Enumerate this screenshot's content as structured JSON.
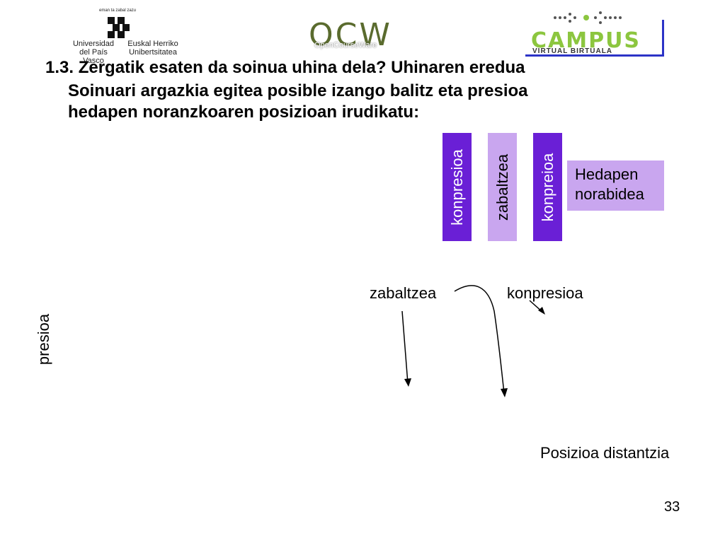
{
  "header": {
    "upv_motto": "eman ta zabal zazu",
    "upv_left_line1": "Universidad",
    "upv_left_line2": "del País Vasco",
    "upv_right_line1": "Euskal Herriko",
    "upv_right_line2": "Unibertsitatea",
    "ocw_logo": "OCW",
    "ocw_sub": "OpenCourseWare",
    "campus_word": "CAMPUS",
    "campus_sub": "VIRTUAL BIRTUALA"
  },
  "slide": {
    "title_line1": "1.3. Zergatik esaten da soinua uhina dela? Uhinaren eredua",
    "title_line2": "Soinuari argazkia egitea posible izango balitz eta presioa",
    "title_line3": "hedapen noranzkoaren posizioan irudikatu:",
    "bars": [
      {
        "label": "konpresioa"
      },
      {
        "label": "zabaltzea"
      },
      {
        "label": "konpreioa"
      }
    ],
    "hedapen_line1": "Hedapen",
    "hedapen_line2": "norabidea",
    "label_zabaltzea": "zabaltzea",
    "label_konpresioa": "konpresioa",
    "axis_y": "presioa",
    "axis_x": "Posizioa distantzia",
    "page_number": "33"
  },
  "colors": {
    "dark_purple": "#6a1fd6",
    "light_purple": "#c9a6ef"
  }
}
